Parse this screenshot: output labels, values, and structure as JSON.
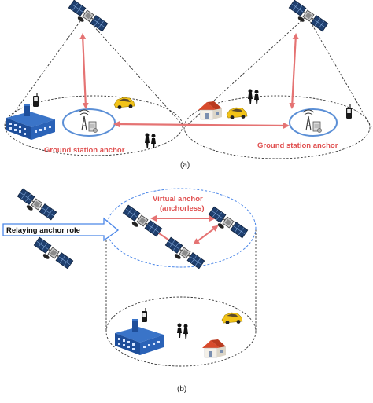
{
  "panel_a": {
    "caption": "(a)",
    "left_anchor_label": "Ground station anchor",
    "right_anchor_label": "Ground station anchor"
  },
  "panel_b": {
    "caption": "(b)",
    "virtual_anchor_line1": "Virtual anchor",
    "virtual_anchor_line2": "(anchorless)",
    "relay_label": "Relaying anchor role"
  },
  "colors": {
    "link_arrow": "#e57373",
    "anchor_ring": "#5b8fd6",
    "dashed_boundary": "#333333",
    "virtual_boundary": "#4a86e8",
    "label_red": "#e05050"
  },
  "icons": [
    "satellite-icon",
    "ground-station-icon",
    "factory-icon",
    "house-icon",
    "car-icon",
    "phone-icon",
    "pedestrians-icon"
  ]
}
